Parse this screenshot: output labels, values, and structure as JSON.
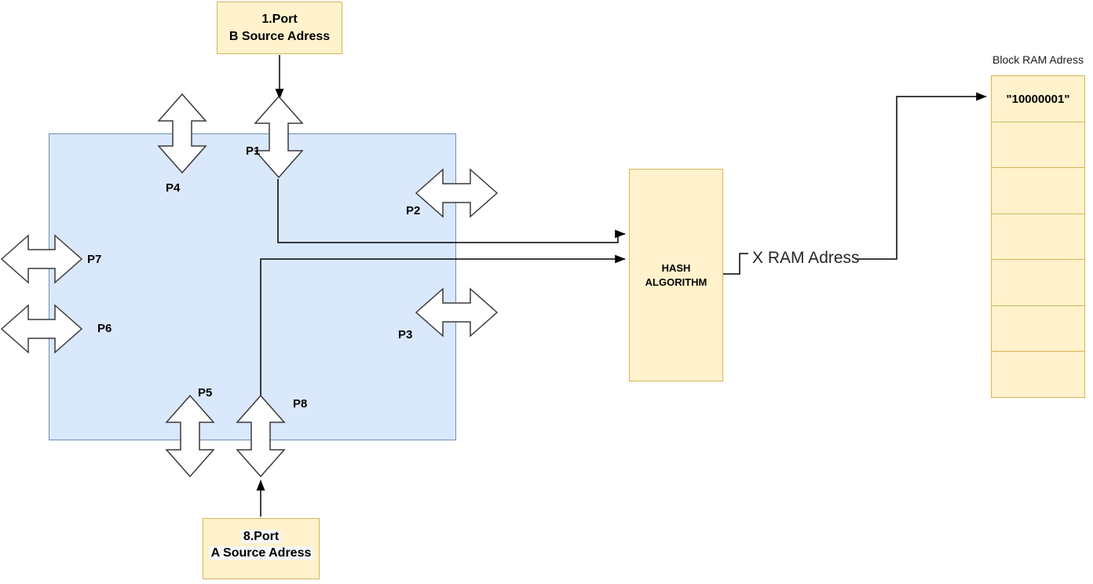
{
  "top_box": {
    "line1": "1.Port",
    "line2": "B Source Adress"
  },
  "bottom_box": {
    "line1": "8.Port",
    "line2": "A Source Adress"
  },
  "ports": {
    "p1": "P1",
    "p2": "P2",
    "p3": "P3",
    "p4": "P4",
    "p5": "P5",
    "p6": "P6",
    "p7": "P7",
    "p8": "P8"
  },
  "hash_box": {
    "line1": "HASH",
    "line2": "ALGORITHM"
  },
  "output_label": "X RAM Adress",
  "ram": {
    "title": "Block RAM Adress",
    "cells": [
      "\"10000001\"",
      "",
      "",
      "",
      "",
      "",
      ""
    ]
  },
  "colors": {
    "node_fill": "#FFF2CC",
    "node_border": "#D6B656",
    "switch_fill": "#DAE8FC",
    "switch_border": "#6C8EBF",
    "arrow_fill": "#FFFFFF",
    "line_color": "#000000"
  }
}
